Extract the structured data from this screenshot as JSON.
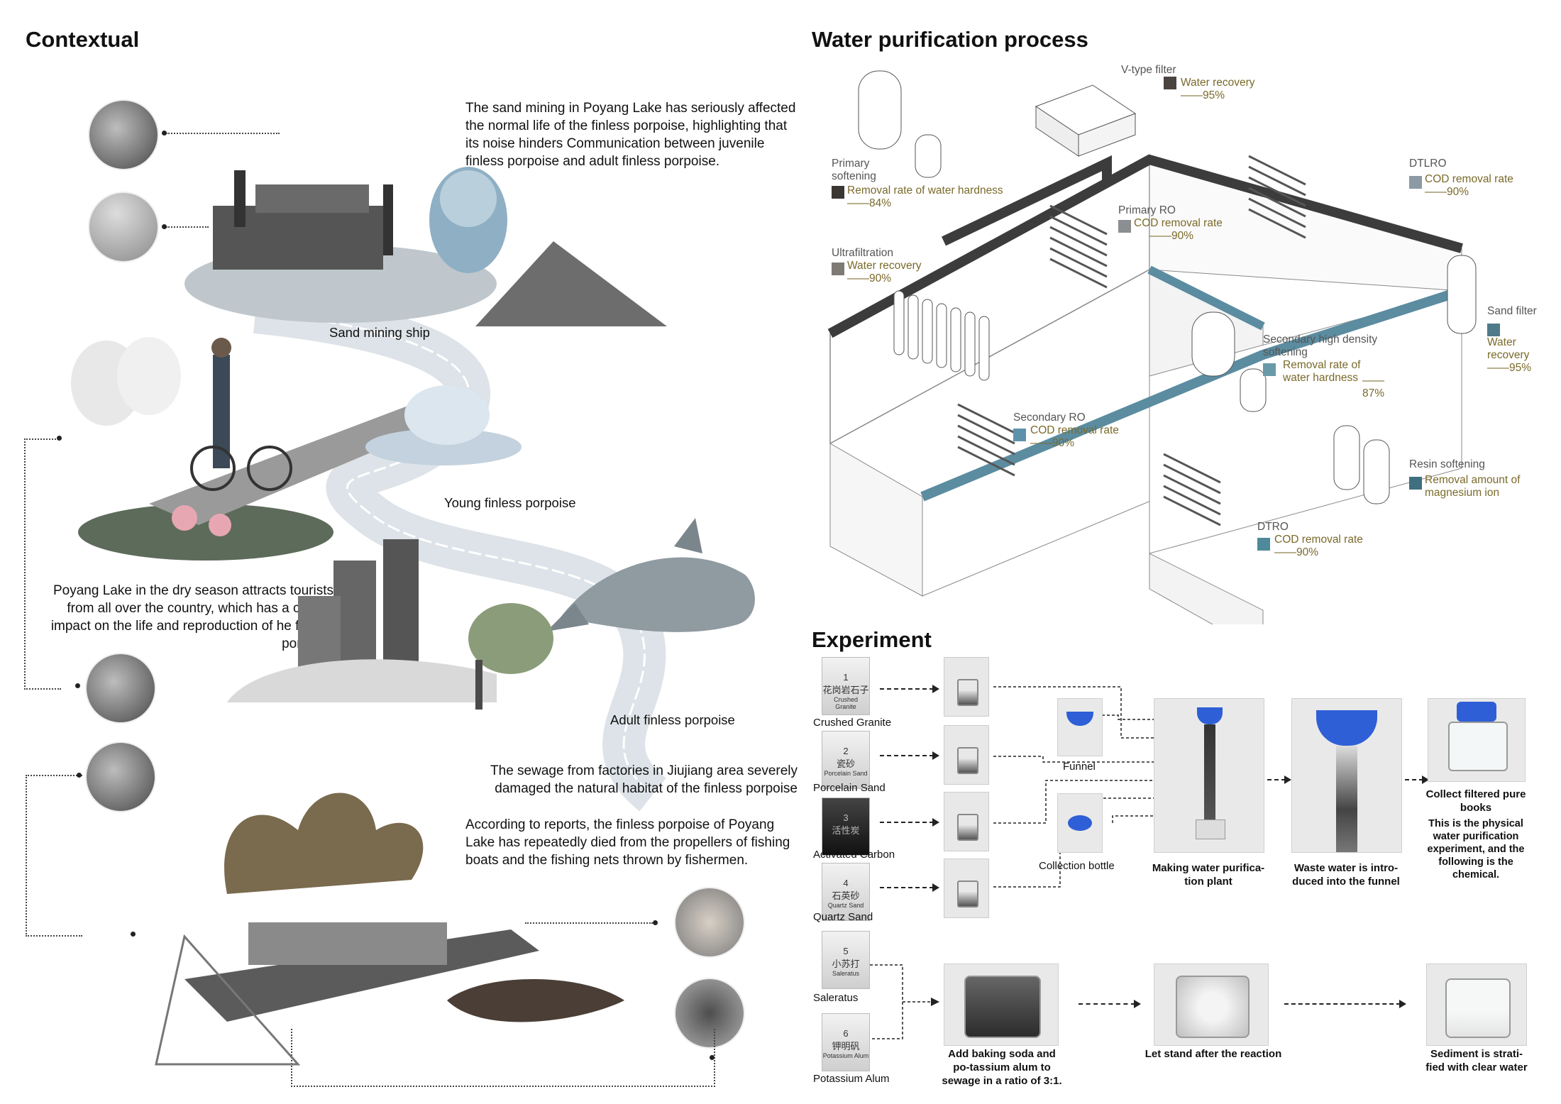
{
  "contextual": {
    "title": "Contextual",
    "text_sand_mining": "The sand mining in Poyang Lake has seriously affected the normal life of the finless porpoise, highlighting that its noise hinders Communication between juvenile finless porpoise and adult finless porpoise.",
    "label_sand_ship": "Sand mining ship",
    "label_young": "Young finless porpoise",
    "text_dry_season": "Poyang Lake in the dry season attracts tourists from all over the country, which has a certain impact on the life and reproduction of he finless porpoise",
    "label_adult": "Adult finless porpoise",
    "text_sewage": "The sewage from factories in Jiujiang area severely damaged the natural habitat of the finless porpoise",
    "text_reports": "According to reports, the finless porpoise of Poyang Lake has repeatedly died from the propellers of fishing boats and the fishing nets thrown by fishermen."
  },
  "water": {
    "title": "Water purification process",
    "stages": [
      {
        "name": "V-type filter",
        "metric": "Water recovery",
        "value": "——95%",
        "color": "#4a4340"
      },
      {
        "name": "Primary softening",
        "metric": "Removal rate of water hardness",
        "value": "——84%",
        "color": "#3c3633"
      },
      {
        "name": "Primary RO",
        "metric": "COD removal rate",
        "value": "——90%",
        "color": "#8c8f91"
      },
      {
        "name": "Ultrafiltration",
        "metric": "Water recovery",
        "value": "——90%",
        "color": "#7e7a76"
      },
      {
        "name": "DTLRO",
        "metric": "COD removal rate",
        "value": "——90%",
        "color": "#8b9aa3"
      },
      {
        "name": "Sand filter",
        "metric": "Water recovery",
        "value": "——95%",
        "color": "#4f7a8a"
      },
      {
        "name": "Secondary high density softening",
        "metric": "Removal rate of water hardness",
        "value": "——87%",
        "color": "#6a9aa8"
      },
      {
        "name": "Secondary RO",
        "metric": "COD removal rate",
        "value": "——90%",
        "color": "#5e92ab"
      },
      {
        "name": "Resin softening",
        "metric": "Removal amount of magnesium ion",
        "value": "",
        "color": "#3f7080"
      },
      {
        "name": "DTRO",
        "metric": "COD removal rate",
        "value": "——90%",
        "color": "#4f8a9a"
      }
    ]
  },
  "experiment": {
    "title": "Experiment",
    "materials": [
      {
        "num": "1",
        "cn": "花岗岩石子",
        "en_small": "Crushed Granite",
        "label": "Crushed Granite"
      },
      {
        "num": "2",
        "cn": "瓷砂",
        "en_small": "Porcelain Sand",
        "label": "Porcelain Sand"
      },
      {
        "num": "3",
        "cn": "活性炭",
        "en_small": "",
        "label": "Activated Carbon"
      },
      {
        "num": "4",
        "cn": "石英砂",
        "en_small": "Quartz Sand",
        "label": "Quartz Sand"
      },
      {
        "num": "5",
        "cn": "小苏打",
        "en_small": "Saleratus",
        "label": "Saleratus"
      },
      {
        "num": "6",
        "cn": "钾明矾",
        "en_small": "Potassium Alum",
        "label": "Potassium Alum"
      }
    ],
    "funnel": "Funnel",
    "collection_bottle": "Collection bottle",
    "making_plant": "Making water purifica-tion plant",
    "waste_water": "Waste water is intro-duced into the funnel",
    "collect": "Collect filtered pure books",
    "physical_note": "This is the physical water purification experiment, and the following is the chemical.",
    "add_soda": "Add baking soda and po-tassium alum to sewage in a ratio of 3:1.",
    "let_stand": "Let stand after the reaction",
    "sediment": "Sediment is strati-fied with clear water"
  }
}
